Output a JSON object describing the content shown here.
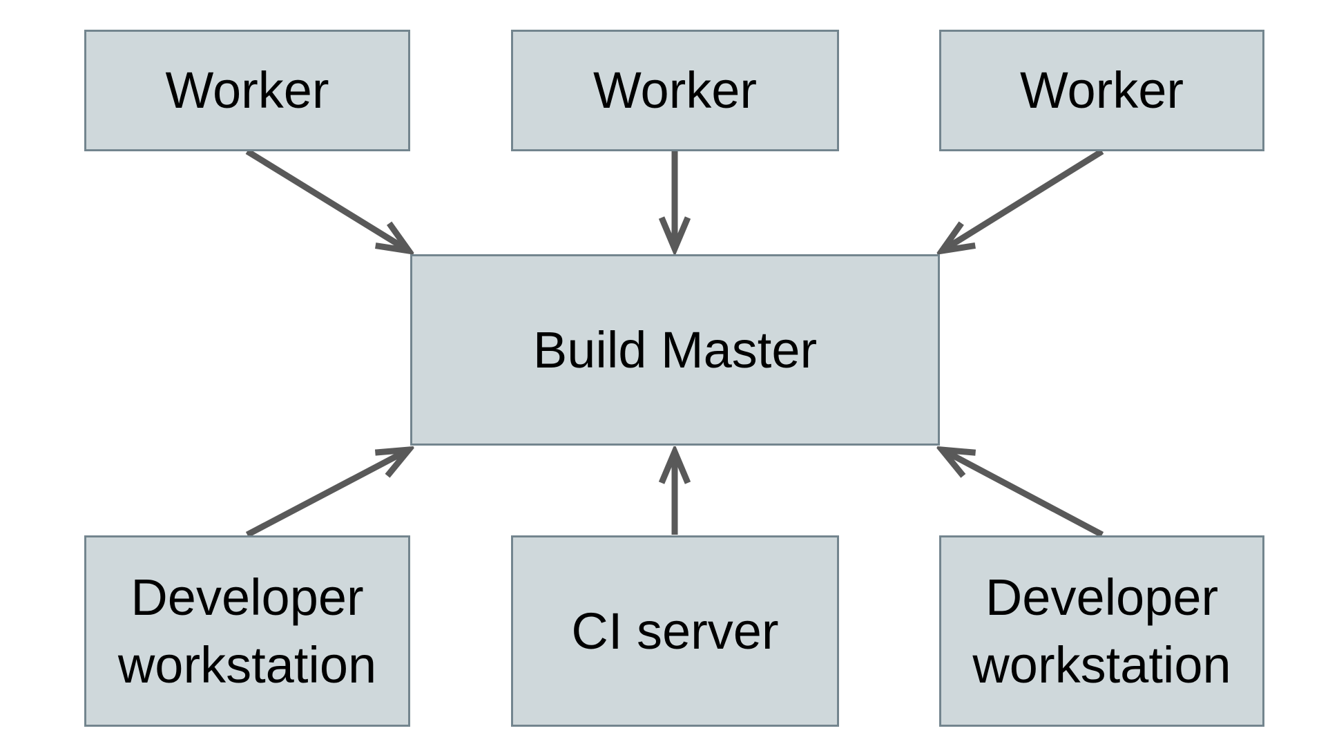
{
  "colors": {
    "background": "#ffffff",
    "box_fill": "#cfd8db",
    "box_border": "#73858e",
    "arrow": "#595959",
    "text": "#000000"
  },
  "nodes": {
    "worker_left": {
      "label": "Worker"
    },
    "worker_middle": {
      "label": "Worker"
    },
    "worker_right": {
      "label": "Worker"
    },
    "build_master": {
      "label": "Build Master"
    },
    "developer_left": {
      "label": "Developer workstation"
    },
    "ci_server": {
      "label": "CI server"
    },
    "developer_right": {
      "label": "Developer workstation"
    }
  },
  "edges": [
    {
      "from": "worker_left",
      "to": "build_master"
    },
    {
      "from": "worker_middle",
      "to": "build_master"
    },
    {
      "from": "worker_right",
      "to": "build_master"
    },
    {
      "from": "developer_left",
      "to": "build_master"
    },
    {
      "from": "ci_server",
      "to": "build_master"
    },
    {
      "from": "developer_right",
      "to": "build_master"
    }
  ]
}
